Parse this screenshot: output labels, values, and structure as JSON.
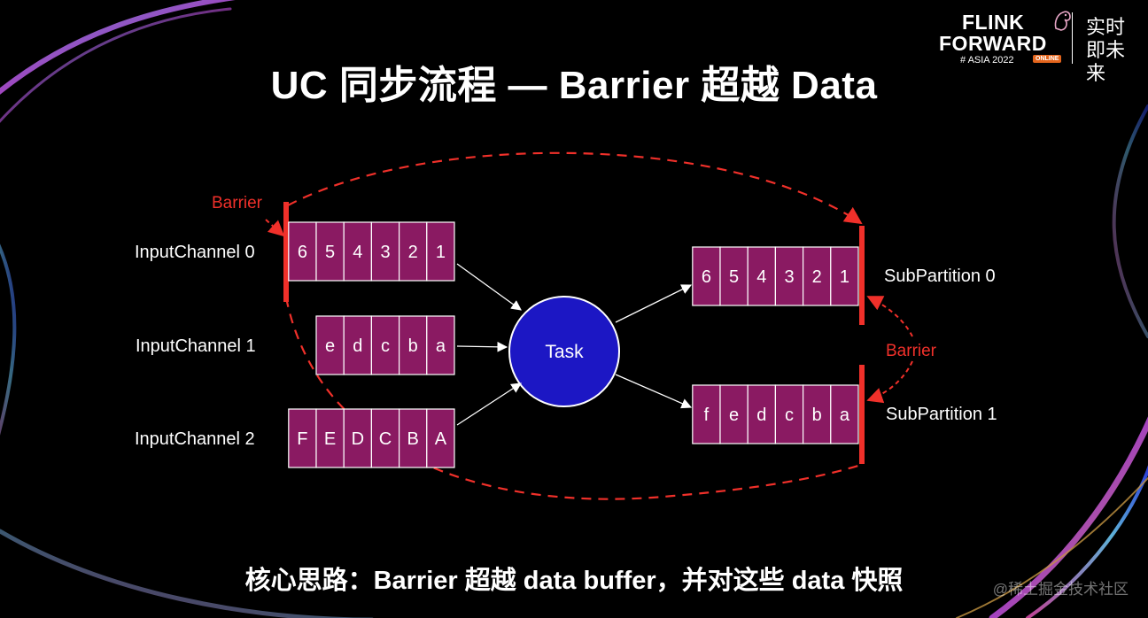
{
  "title": "UC 同步流程 — Barrier 超越 Data",
  "subtitle": "核心思路：Barrier 超越 data buffer，并对这些 data 快照",
  "watermark": "@稀土掘金技术社区",
  "logo": {
    "line1": "FLINK",
    "line2": "FORWARD",
    "sub": "# ASIA 2022",
    "tag": "ONLINE",
    "cn": "实时即未来",
    "icon": "squirrel-icon"
  },
  "colors": {
    "cell_fill": "#8a1a62",
    "cell_border": "#ffffff",
    "task_fill": "#1c17c4",
    "barrier": "#f0302a",
    "arrow": "#ffffff"
  },
  "diagram": {
    "inputs": [
      {
        "label": "InputChannel 0",
        "cells": [
          "6",
          "5",
          "4",
          "3",
          "2",
          "1"
        ]
      },
      {
        "label": "InputChannel 1",
        "cells": [
          "e",
          "d",
          "c",
          "b",
          "a"
        ]
      },
      {
        "label": "InputChannel 2",
        "cells": [
          "F",
          "E",
          "D",
          "C",
          "B",
          "A"
        ]
      }
    ],
    "task_label": "Task",
    "outputs": [
      {
        "label": "SubPartition 0",
        "cells": [
          "6",
          "5",
          "4",
          "3",
          "2",
          "1"
        ]
      },
      {
        "label": "SubPartition 1",
        "cells": [
          "f",
          "e",
          "d",
          "c",
          "b",
          "a"
        ]
      }
    ],
    "barrier_label_left": "Barrier",
    "barrier_label_right": "Barrier"
  }
}
